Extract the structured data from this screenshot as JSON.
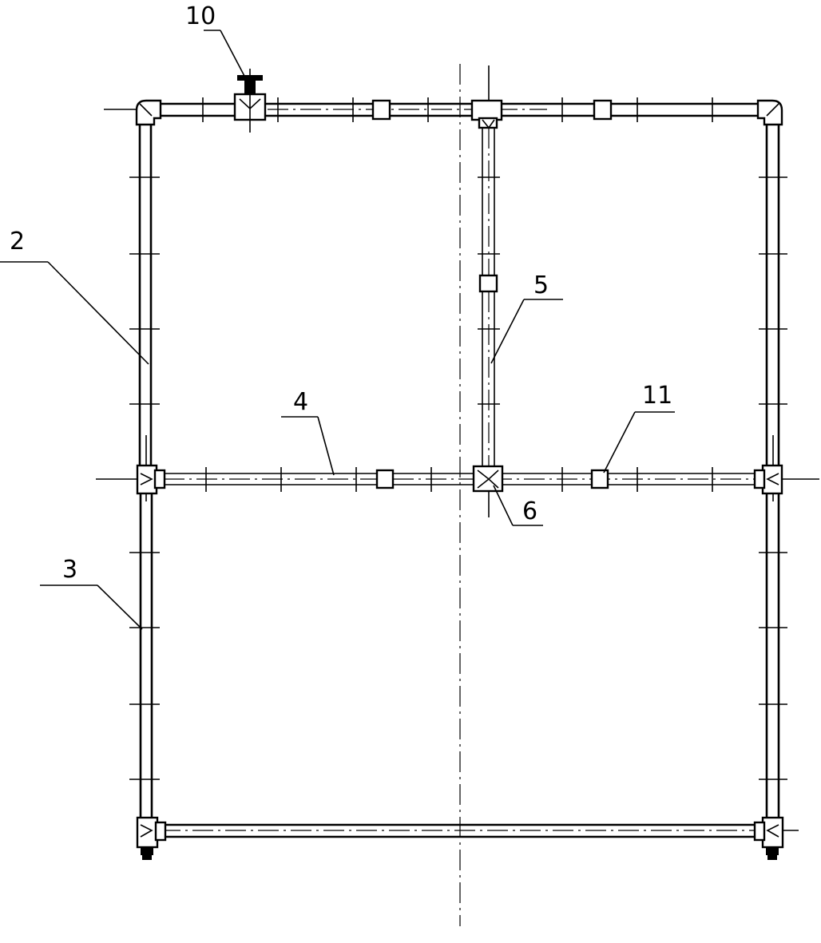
{
  "callouts": {
    "c2": "2",
    "c3": "3",
    "c4": "4",
    "c5": "5",
    "c6": "6",
    "c10": "10",
    "c11": "11"
  },
  "colors": {
    "ink": "#000000",
    "paper": "#ffffff"
  }
}
